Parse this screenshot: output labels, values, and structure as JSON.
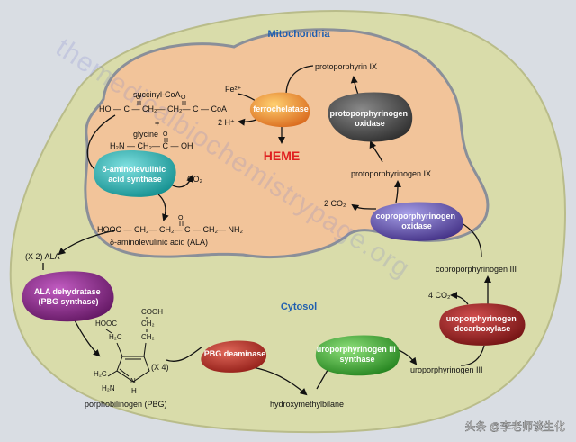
{
  "compartments": {
    "mitochondria": "Mitochondria",
    "cytosol": "Cytosol"
  },
  "mito": {
    "succinyl_coa": "succinyl-CoA",
    "succinyl_formula": "HO  — C — CH₂— CH₂— C — CoA",
    "plus": "+",
    "glycine": "glycine",
    "glycine_formula": "H₂N — CH₂— C — OH",
    "co2": "CO₂",
    "ala_formula": "HOOC — CH₂— CH₂— C — CH₂— NH₂",
    "ala_label": "δ-aminolevulinic acid (ALA)",
    "fe2": "Fe²⁺",
    "h_plus": "2 H⁺",
    "protoporphyrin_ix": "protoporphyrin IX",
    "heme": "HEME",
    "protoporphyrinogen_ix": "protoporphyrinogen IX",
    "two_co2": "2 CO₂"
  },
  "enzymes": {
    "ala_synthase": [
      "δ-aminolevulinic",
      "acid synthase"
    ],
    "ferrochelatase": [
      "ferrochelatase"
    ],
    "protoporphyrinogen_oxidase": [
      "protoporphyrinogen",
      "oxidase"
    ],
    "coproporphyrinogen_oxidase": [
      "coproporphyrinogen",
      "oxidase"
    ],
    "ala_dehydratase": [
      "ALA dehydratase",
      "(PBG synthase)"
    ],
    "pbg_deaminase": [
      "PBG deaminase"
    ],
    "uro3_synthase": [
      "uroporphyrinogen III",
      "synthase"
    ],
    "uro_decarboxylase": [
      "uroporphyrinogen",
      "decarboxylase"
    ]
  },
  "cyto": {
    "x2_ala": "(X 2) ALA",
    "pbg_label": "porphobilinogen (PBG)",
    "x4": "(X 4)",
    "hydroxymethylbilane": "hydroxymethylbilane",
    "uroporphyrinogen_iii": "uroporphyrinogen III",
    "four_co2": "4 CO₂",
    "coproporphyrinogen_iii": "coproporphyrinogen III",
    "pbg_cooh": "COOH",
    "pbg_ch2_top": "CH₂",
    "pbg_hooc": "HOOC",
    "pbg_h2c": "H₂C",
    "pbg_ch2_mid": "CH₂",
    "pbg_h2c_bottom": "H₂C",
    "pbg_h2n": "H₂N",
    "pbg_n": "N",
    "pbg_h": "H"
  },
  "watermark": "themedicalbiochemistrypage.org",
  "footer": "头条 @李老师谈生化",
  "colors": {
    "background": "#d9dde3",
    "cytosol": "#d9dcaa",
    "mitochondria": "#f2c49a",
    "heme": "#e02020",
    "title": "#1f5fb0",
    "ala_synthase": "#1aa6a6",
    "ferrochelatase": "#e88a20",
    "protoporphyrinogen_oxidase": "#3c3c3c",
    "coproporphyrinogen_oxidase": "#5b3a9a",
    "ala_dehydratase": "#7a1e7a",
    "pbg_deaminase": "#b3261e",
    "uro3_synthase": "#33a02c",
    "uro_decarboxylase": "#a01c1c"
  }
}
